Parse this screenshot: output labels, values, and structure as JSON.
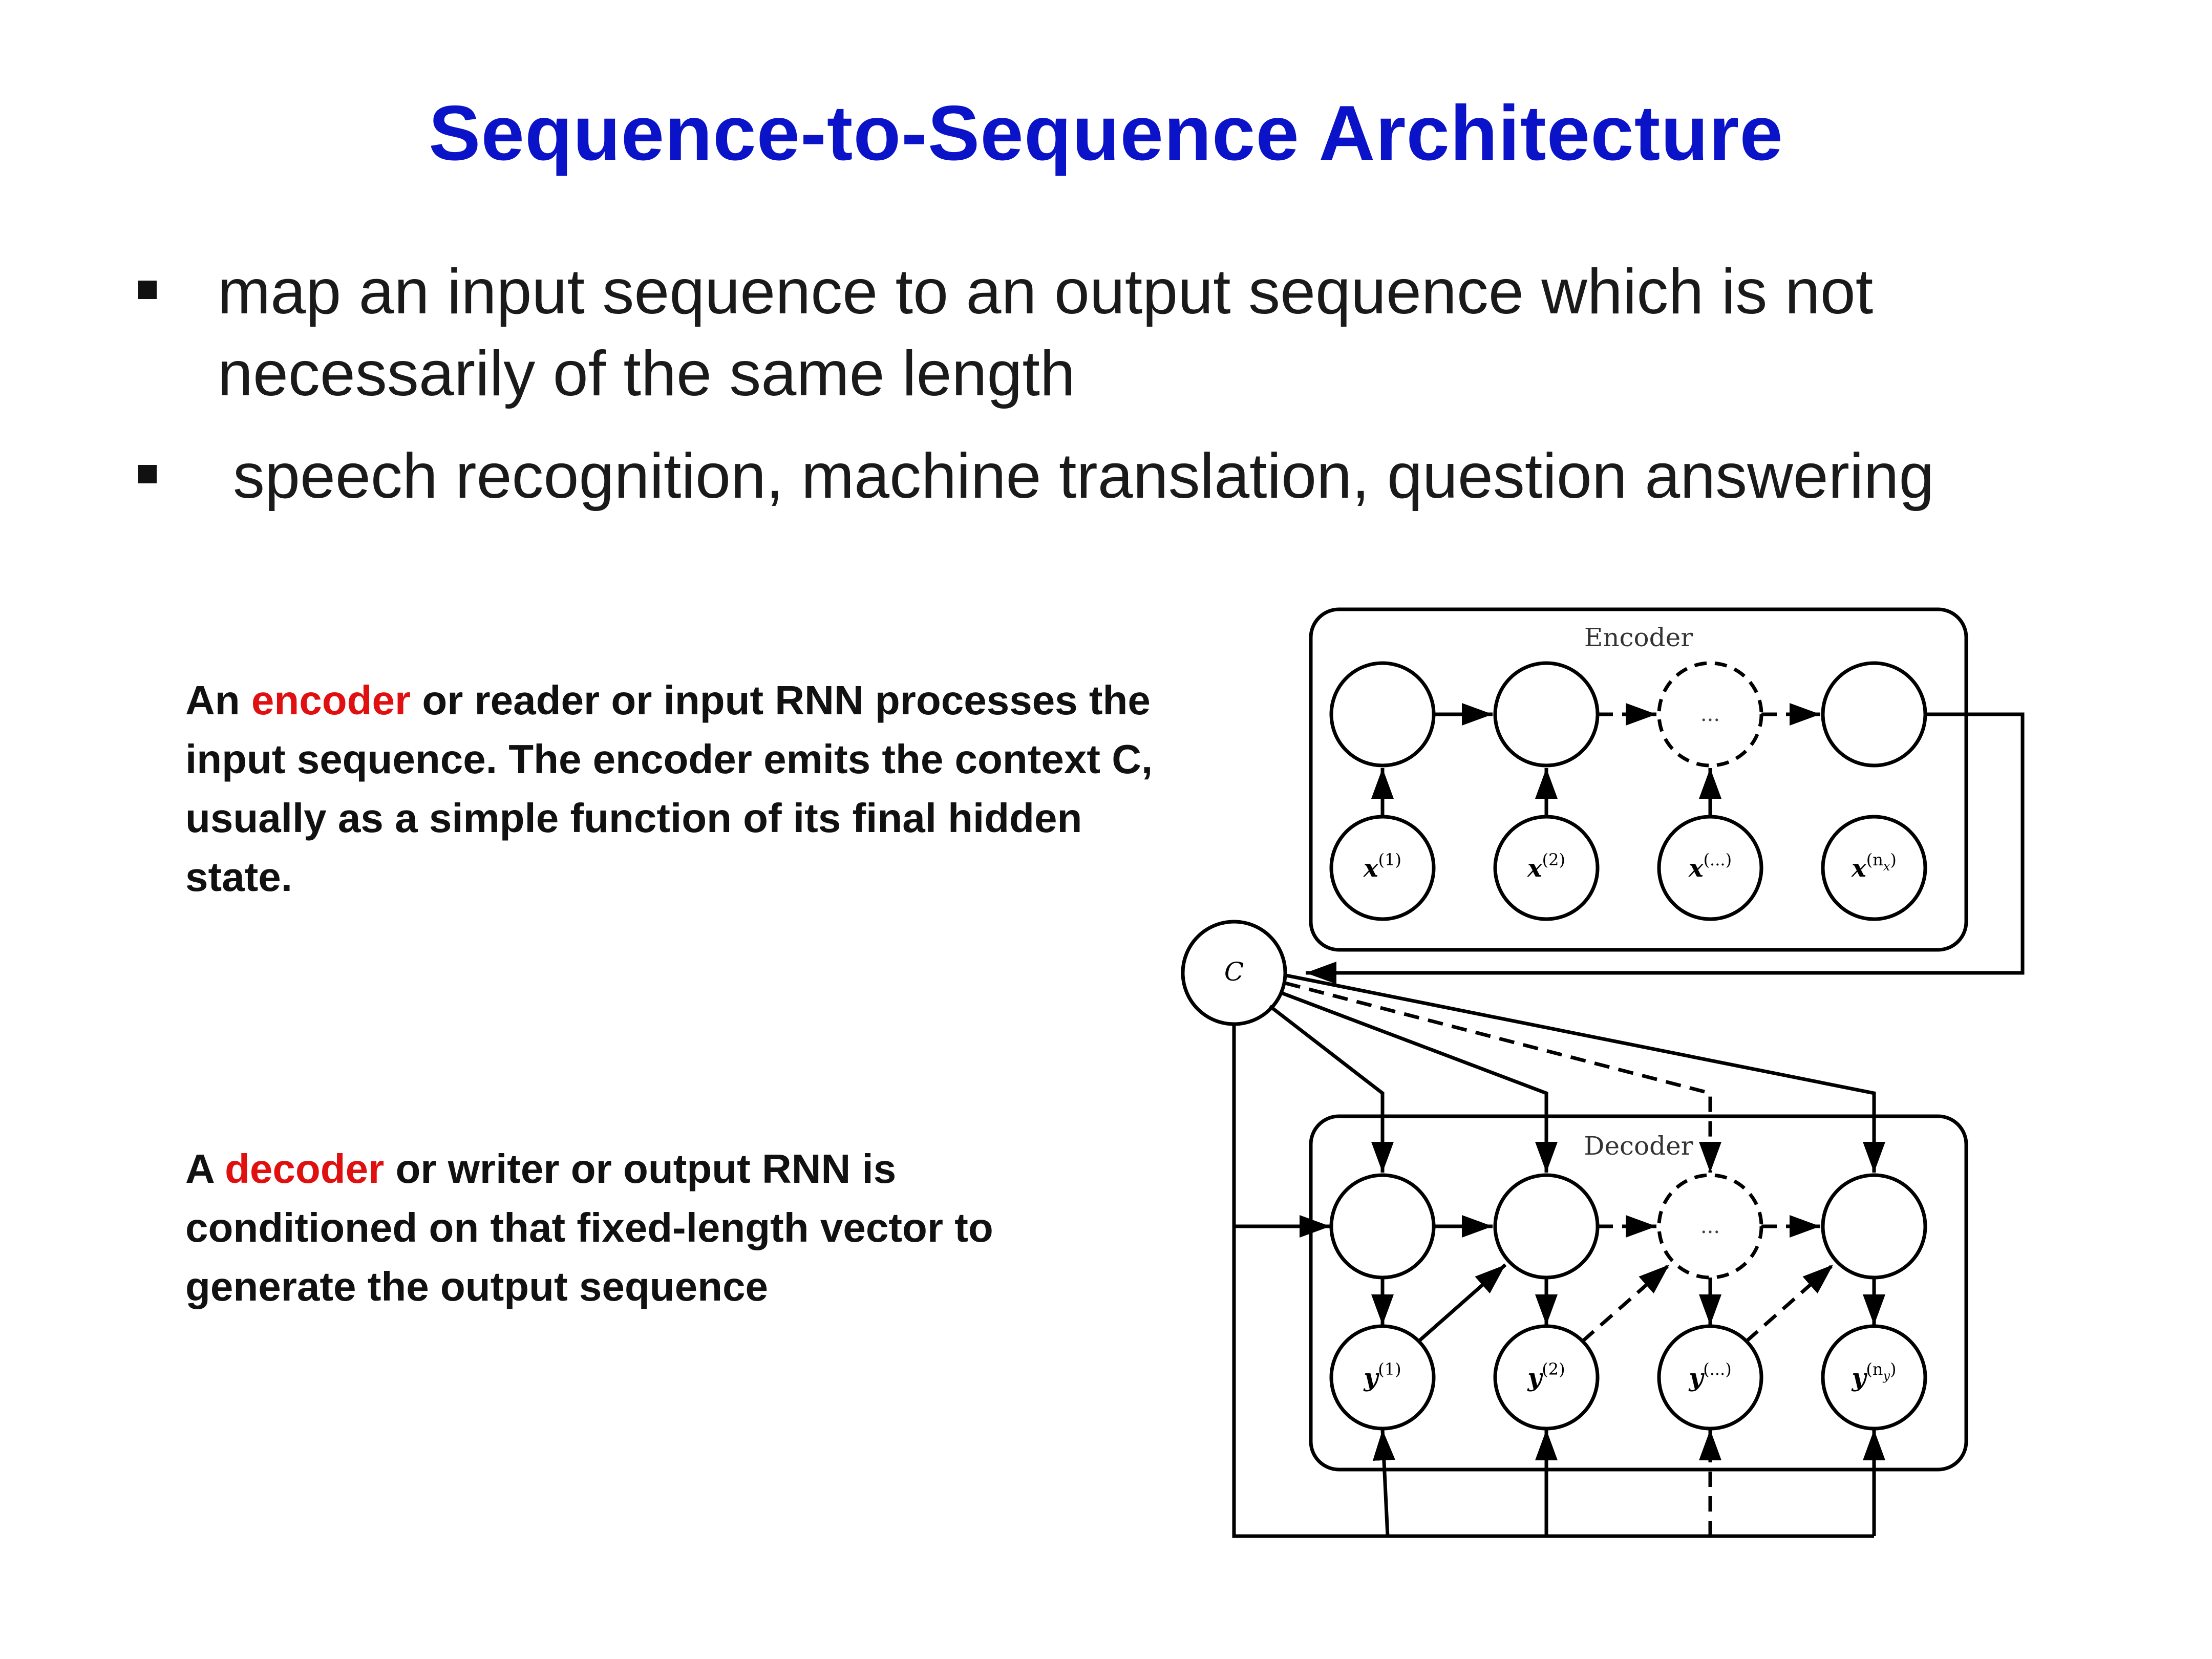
{
  "title": "Sequence-to-Sequence Architecture",
  "bullets": [
    {
      "text": "map an input sequence to an output sequence which is not necessarily of the same length"
    },
    {
      "text": "speech recognition, machine translation, question answering"
    }
  ],
  "encoder_note": {
    "prefix": "An ",
    "highlight": "encoder",
    "suffix": " or reader or input RNN processes the input sequence. The encoder emits the context C, usually as a simple function of its final hidden state."
  },
  "decoder_note": {
    "prefix": "A ",
    "highlight": "decoder",
    "suffix": " or writer or output RNN is conditioned on that fixed-length vector to generate the output sequence"
  },
  "diagram": {
    "encoder_label": "Encoder",
    "decoder_label": "Decoder",
    "context_label": "C",
    "ellipsis": "...",
    "inputs": [
      {
        "base": "x",
        "sup": "(1)"
      },
      {
        "base": "x",
        "sup": "(2)"
      },
      {
        "base": "x",
        "sup": "(...)"
      },
      {
        "base": "x",
        "sup": "(n",
        "sub": "x",
        "close": ")"
      }
    ],
    "outputs": [
      {
        "base": "y",
        "sup": "(1)"
      },
      {
        "base": "y",
        "sup": "(2)"
      },
      {
        "base": "y",
        "sup": "(...)"
      },
      {
        "base": "y",
        "sup": "(n",
        "sub": "y",
        "close": ")"
      }
    ]
  },
  "colors": {
    "title": "#0b13c8",
    "highlight": "#e01010",
    "text": "#111111"
  }
}
